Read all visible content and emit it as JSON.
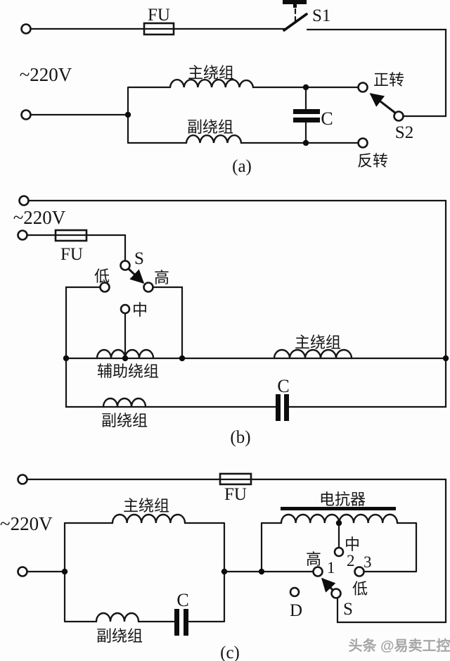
{
  "watermark": "头条 @易卖工控",
  "circuit_a": {
    "voltage": "~220V",
    "fuse": "FU",
    "switch_main": "S1",
    "switch_select": "S2",
    "main_winding": "主绕组",
    "aux_winding": "副绕组",
    "capacitor": "C",
    "forward": "正转",
    "reverse": "反转",
    "caption": "(a)"
  },
  "circuit_b": {
    "voltage": "~220V",
    "fuse": "FU",
    "switch": "S",
    "low": "低",
    "high": "高",
    "mid": "中",
    "auxiliary_winding": "辅助绕组",
    "main_winding": "主绕组",
    "aux_winding": "副绕组",
    "capacitor": "C",
    "caption": "(b)"
  },
  "circuit_c": {
    "voltage": "~220V",
    "fuse": "FU",
    "switch": "S",
    "terminal_d": "D",
    "reactor": "电抗器",
    "main_winding": "主绕组",
    "aux_winding": "副绕组",
    "capacitor": "C",
    "high": "高",
    "mid": "中",
    "low": "低",
    "tap1": "1",
    "tap2": "2",
    "tap3": "3",
    "caption": "(c)"
  }
}
